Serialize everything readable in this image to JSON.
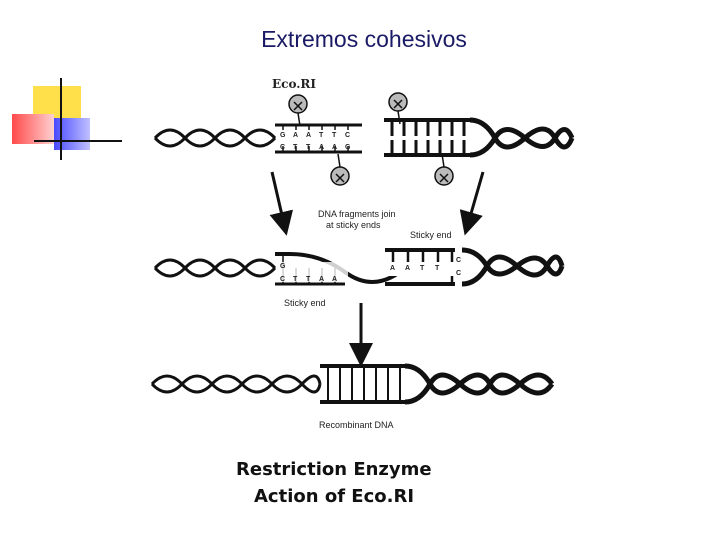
{
  "slide": {
    "title": "Extremos cohesivos"
  },
  "diagram": {
    "enzyme_label": "Eco.RI",
    "top_left_bases": [
      "G",
      "A",
      "A",
      "T",
      "T",
      "C"
    ],
    "bottom_left_bases": [
      "C",
      "T",
      "T",
      "A",
      "A",
      "G"
    ],
    "fragments_label_1": "DNA fragments join",
    "fragments_label_2": "at sticky ends",
    "sticky_end_label_right": "Sticky end",
    "sticky_end_label_left": "Sticky end",
    "middle_left_bases": [
      "G",
      "C",
      "T",
      "T",
      "A",
      "A"
    ],
    "middle_right_bases": [
      "A",
      "A",
      "T",
      "T"
    ],
    "middle_right_end": [
      "C",
      "C"
    ],
    "recombinant_label": "Recombinant DNA",
    "caption_line_1": "Restriction Enzyme",
    "caption_line_2": "Action of Eco.RI"
  },
  "colors": {
    "title": "#1a1a66",
    "deco_yellow": "#ffe04a",
    "deco_red": "#ff4a4a",
    "deco_blue": "#4a4aff",
    "line": "#111111"
  }
}
